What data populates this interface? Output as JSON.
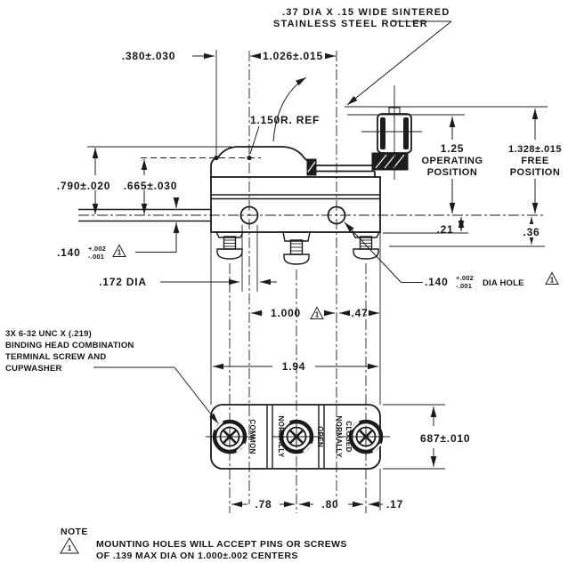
{
  "callouts": {
    "roller_line1": ".37 DIA X .15 WIDE SINTERED",
    "roller_line2": "STAINLESS STEEL ROLLER",
    "screw_line1": "3X 6-32 UNC X (.219)",
    "screw_line2": "BINDING HEAD COMBINATION",
    "screw_line3": "TERMINAL SCREW AND",
    "screw_line4": "CUPWASHER"
  },
  "dims": {
    "lever_offset": ".380±.030",
    "pivot_span": "1.026±.015",
    "lever_radius": "1.150R. REF",
    "height_outer": ".790±.020",
    "height_inner": ".665±.030",
    "op_value": "1.25",
    "op_line1": "OPERATING",
    "op_line2": "POSITION",
    "free_value": "1.328±.015",
    "free_line1": "FREE",
    "free_line2": "POSITION",
    "offset_21": ".21",
    "offset_36": ".36",
    "pin_dia": ".140",
    "tol_plus": "+.002",
    "tol_minus": "-.001",
    "boss_dia": ".172 DIA",
    "hole_dia": ".140",
    "hole_dia_suffix": "DIA HOLE",
    "hole_span": "1.000",
    "edge_47": ".47",
    "width_total": "1.94",
    "block_height": "687±.010",
    "term_span_1": ".78",
    "term_span_2": ".80",
    "term_edge": ".17"
  },
  "terminals": {
    "common": "COMMON",
    "no1": "NORMALLY",
    "no2": "OPEN",
    "nc1": "NORMALLY",
    "nc2": "CLOSED"
  },
  "note": {
    "title": "NOTE",
    "flag": "1",
    "line1": "MOUNTING HOLES WILL ACCEPT PINS OR SCREWS",
    "line2": "OF .139 MAX DIA ON 1.000±.002 CENTERS"
  }
}
